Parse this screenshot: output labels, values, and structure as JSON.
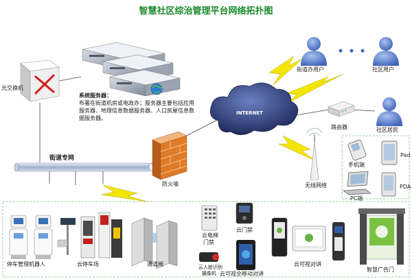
{
  "title": "智慧社区综治管理平台网络拓扑图",
  "server": {
    "heading": "系统服务器：",
    "body": "布署在街道机房或电政办；服务器主要包括应用服务器、地理信息数据服务器、人口房屋信息数据服务器。"
  },
  "nodes": {
    "optical_switch": "光交换机",
    "street_network": "街道专网",
    "firewall": "防火墙",
    "internet": "INTERNET",
    "router": "路由器",
    "wireless": "无线网络",
    "street_user": "街道办用户",
    "community_user": "社区用户",
    "resident": "社区居民",
    "mobile": "手机端",
    "pc": "PC端",
    "pad": "Pad",
    "pda": "PDA"
  },
  "devices": {
    "parking_robot": "停车管理机器人",
    "cloud_parking": "云停车场",
    "gate": "通道闸",
    "elevator_access_1": "云电梯",
    "elevator_access_2": "门禁",
    "face_camera_1": "云人脸识别",
    "face_camera_2": "摄像机",
    "cloud_access": "云门禁",
    "mobile_intercom": "云可视全移动对讲",
    "video_intercom": "云可视对讲",
    "ad_gate": "智慧广告门"
  },
  "colors": {
    "title": "#1a8a2a",
    "bolt": "#f2e600",
    "person": "#5b7fc8",
    "cloud": "#2b3a78",
    "firewall": "#e07b2a",
    "dashed_border": "#7cbf7c"
  }
}
